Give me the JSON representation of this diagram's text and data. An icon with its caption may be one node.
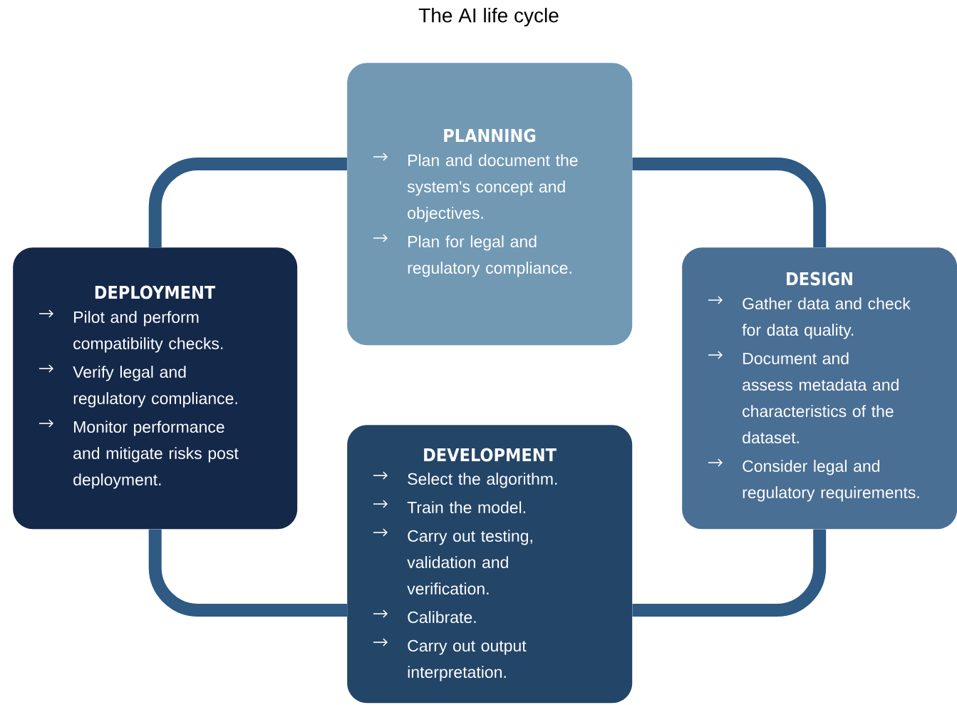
{
  "diagram": {
    "title": "The AI life cycle",
    "nodes": [
      {
        "text": [
          "PLANNING",
          "Plan and document the system's concept and objectives.",
          "Plan for legal and regulatory compliance."
        ]
      },
      {
        "text": [
          "DESIGN",
          "Gather data and check for data quality.",
          "Document and assess metadata and characteristics of the dataset.",
          "Consider legal and regulatory requirements."
        ]
      },
      {
        "text": [
          "DEVELOPMENT",
          "Select the algorithm.",
          "Train the model.",
          "Carry out testing, validation and verification.",
          "Calibrate.",
          "Carry out output interpretation."
        ]
      },
      {
        "text": [
          "DEPLOYMENT",
          "Pilot and perform compatibility checks.",
          "Verify legal and regulatory compliance.",
          "Monitor performance and mitigate risks post deployment."
        ]
      }
    ],
    "edges": [
      {
        "from": 0,
        "to": 1,
        "arrow": "none"
      },
      {
        "from": 1,
        "to": 2,
        "arrow": "none"
      },
      {
        "from": 2,
        "to": 3,
        "arrow": "none"
      },
      {
        "from": 3,
        "to": 0,
        "arrow": "none"
      }
    ]
  }
}
